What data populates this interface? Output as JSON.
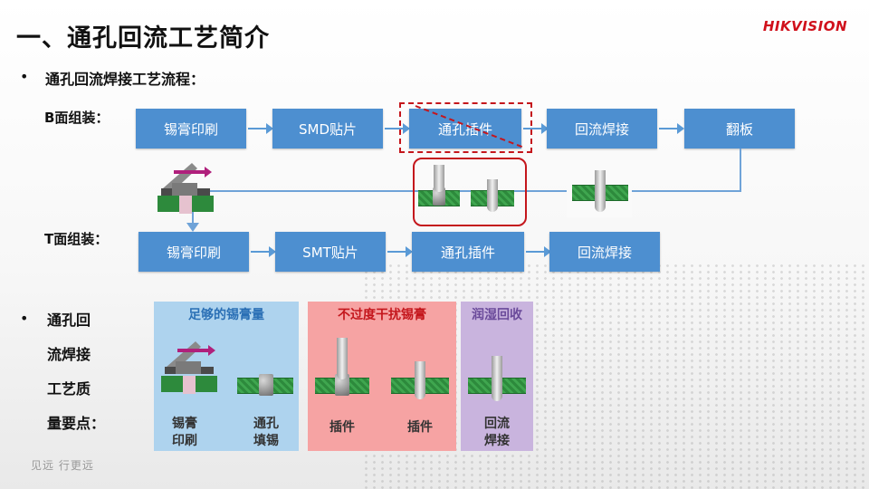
{
  "slide": {
    "title": "一、通孔回流工艺简介",
    "logo_text": "HIKVISION",
    "bullets": {
      "b1": "通孔回流焊接工艺流程：",
      "b2_lines": [
        "通孔回",
        "流焊接",
        "工艺质",
        "量要点："
      ]
    },
    "b_row": {
      "label": "B面组装：",
      "steps": [
        "锡膏印刷",
        "SMD贴片",
        "通孔插件",
        "回流焊接",
        "翻板"
      ]
    },
    "t_row": {
      "label": "T面组装：",
      "steps": [
        "锡膏印刷",
        "SMT贴片",
        "通孔插件",
        "回流焊接"
      ]
    },
    "quality_panels": [
      {
        "title": "足够的锡膏量",
        "captions": [
          [
            "锡膏",
            "印刷"
          ],
          [
            "通孔",
            "填锡"
          ]
        ],
        "color": "#aed3ee",
        "title_color": "#2a6fb5"
      },
      {
        "title": "不过度干扰锡膏",
        "captions": [
          [
            "插件"
          ],
          [
            "插件"
          ]
        ],
        "color": "#f6a3a3",
        "title_color": "#c4161c"
      },
      {
        "title": "润湿回收",
        "captions": [
          [
            "回流",
            "焊接"
          ]
        ],
        "color": "#c9b4de",
        "title_color": "#6a4a9a"
      }
    ],
    "footer": "见远 行更远",
    "colors": {
      "accent_blue": "#4d8fd0",
      "accent_red": "#c4161c",
      "logo_red": "#d0101b"
    }
  }
}
